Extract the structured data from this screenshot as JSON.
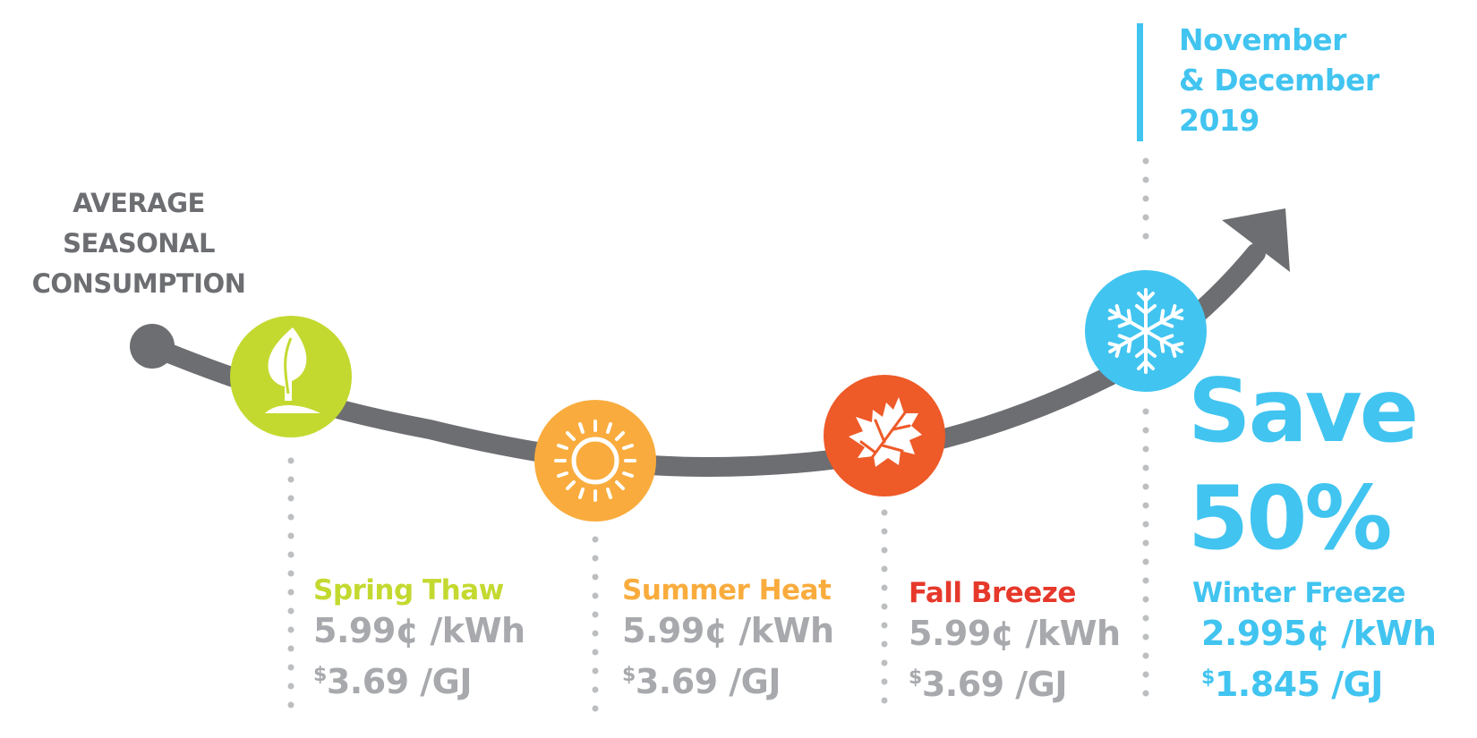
{
  "heading": {
    "lines": [
      "AVERAGE",
      "SEASONAL",
      "CONSUMPTION"
    ]
  },
  "period": {
    "lines": [
      "November",
      "& December",
      "2019"
    ]
  },
  "promo": {
    "word": "Save",
    "percent": "50%"
  },
  "seasons": [
    {
      "name": "Spring Thaw",
      "icon": "leaf-icon",
      "color": "#c4d930",
      "kwh": "5.99¢ /kWh",
      "gj_symbol": "$",
      "gj": "3.69 /GJ"
    },
    {
      "name": "Summer Heat",
      "icon": "sun-icon",
      "color": "#f9ac3d",
      "kwh": "5.99¢ /kWh",
      "gj_symbol": "$",
      "gj": "3.69 /GJ"
    },
    {
      "name": "Fall Breeze",
      "icon": "maple-leaf-icon",
      "color": "#ee5a28",
      "kwh": "5.99¢ /kWh",
      "gj_symbol": "$",
      "gj": "3.69 /GJ"
    },
    {
      "name": "Winter Freeze",
      "icon": "snowflake-icon",
      "color": "#41c4f0",
      "kwh": "2.995¢ /kWh",
      "gj_symbol": "$",
      "gj": "1.845 /GJ"
    }
  ],
  "colors": {
    "curve": "#6d6e71",
    "rate_text": "#a7a9ac",
    "dots": "#bcbec0",
    "highlight": "#41c4f0"
  }
}
